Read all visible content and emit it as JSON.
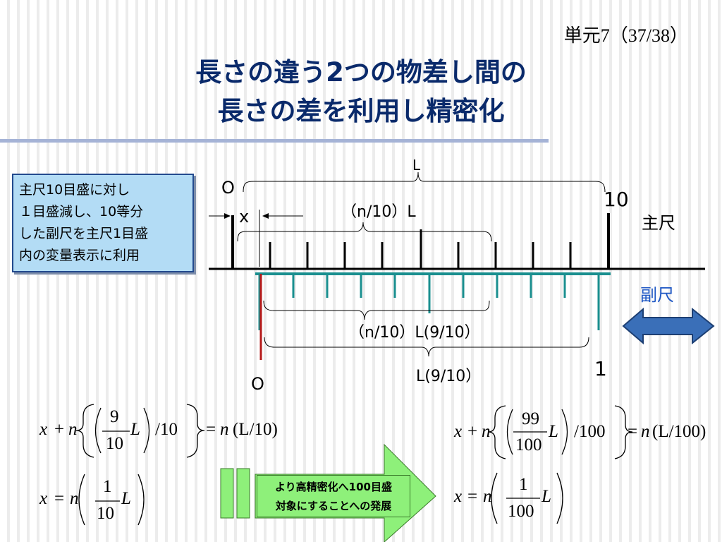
{
  "header": {
    "page_indicator": "単元7（37/38）",
    "title_line1": "長さの違う2つの物差し間の",
    "title_line2": "長さの差を利用し精密化"
  },
  "note_box": {
    "lines": [
      "主尺10目盛に対し",
      "１目盛減し、10等分",
      "した副尺を主尺1目盛",
      "内の変量表示に利用"
    ]
  },
  "diagram": {
    "label_L": "L",
    "label_O_main": "O",
    "label_10": "10",
    "label_x": "x",
    "label_n10L": "（n/10）L",
    "label_main_scale": "主尺",
    "label_sub_scale": "副尺",
    "label_n10L910": "（n/10）L(9/10）",
    "label_L910": "L(9/10）",
    "label_O_sub": "O",
    "label_1": "1",
    "colors": {
      "main_scale": "#000000",
      "sub_scale": "#1a8f8f",
      "sub_zero": "#b51a1a",
      "arrow": "#2a5aa0"
    }
  },
  "formulas": {
    "eq1": {
      "x": "x",
      "plus": "+",
      "n": "n",
      "num": "9",
      "den": "10",
      "L": "L",
      "div": "/10",
      "eq": "=",
      "rhs": "(L/10)"
    },
    "eq2": {
      "x": "x",
      "eq": "=",
      "n": "n",
      "num": "1",
      "den": "10",
      "L": "L"
    },
    "eq3": {
      "x": "x",
      "plus": "+",
      "n": "n",
      "num": "99",
      "den": "100",
      "L": "L",
      "div": "/100",
      "eq": "=",
      "rhs": "(L/100)"
    },
    "eq4": {
      "x": "x",
      "eq": "=",
      "n": "n",
      "num": "1",
      "den": "100",
      "L": "L"
    }
  },
  "callout": {
    "line1": "より高精密化へ100目盛",
    "line2": "対象にすることへの発展"
  }
}
